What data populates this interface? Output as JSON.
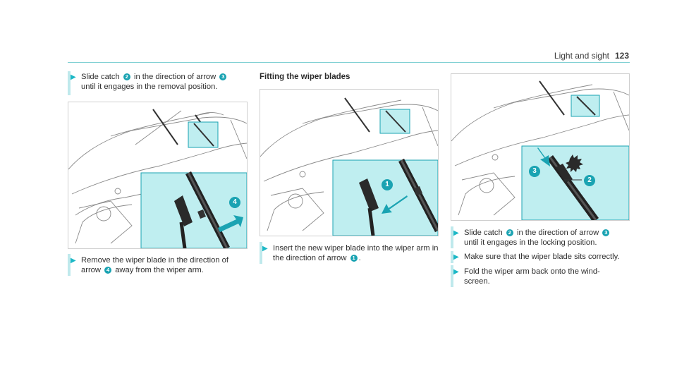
{
  "header": {
    "section": "Light and sight",
    "page": "123"
  },
  "col1": {
    "step1": {
      "pre": "Slide catch",
      "n1": "2",
      "mid": "in the direction of arrow",
      "n2": "3",
      "post": "until it engages in the removal position."
    },
    "step2": {
      "pre": "Remove the wiper blade in the direction of arrow",
      "n1": "4",
      "post": "away from the wiper arm."
    },
    "figure_callout": "4"
  },
  "col2": {
    "heading": "Fitting the wiper blades",
    "step1": {
      "pre": "Insert the new wiper blade into the wiper arm in the direction of arrow",
      "n1": "1",
      "post": "."
    },
    "figure_callout": "1"
  },
  "col3": {
    "step1": {
      "pre": "Slide catch",
      "n1": "2",
      "mid": "in the direction of arrow",
      "n2": "3",
      "post": "until it engages in the locking position."
    },
    "step2": {
      "text": "Make sure that the wiper blade sits correctly."
    },
    "step3": {
      "text": "Fold the wiper arm back onto the wind-screen."
    },
    "figure_callouts": [
      "3",
      "2"
    ]
  },
  "colors": {
    "accent": "#1aa3b2",
    "callout_bg": "#bfeef0",
    "rule": "#7fd0d3"
  },
  "icons": [
    "bullet-arrow-icon",
    "car-illustration",
    "wiper-blade-detail"
  ]
}
